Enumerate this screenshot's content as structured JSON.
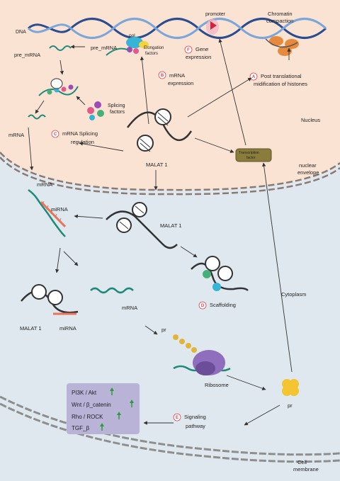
{
  "regions": {
    "dna": "DNA",
    "nucleus": "Nucleus",
    "nuclear_envelope": [
      "nuclear",
      "envelope"
    ],
    "cytoplasm": "Cytoplasm",
    "cell_membrane": [
      "Cell",
      "membrane"
    ]
  },
  "molecules": {
    "pre_mrna_top": "pre_mRNA",
    "pre_mrna_left": "pre_mRNA",
    "pol": "pol",
    "elongation": [
      "Elongation",
      "factors"
    ],
    "promoter": "promoter",
    "chromatin": [
      "Chromatin",
      "compaction"
    ],
    "splicing": [
      "Splicing",
      "factors"
    ],
    "mrna_nuc": "mRNA",
    "malat1_nuc": "MALAT 1",
    "tf": [
      "Transcription",
      "factor"
    ],
    "mrna_cyto": "mRNA",
    "mirna_cyto": "miRNA",
    "malat1_cyto": "MALAT 1",
    "mrna_mid": "mRNA",
    "malat1_bottom": "MALAT 1",
    "mirna_bottom": "miRNA",
    "pr_left": "pr",
    "pr_right": "pr",
    "ribosome": "Ribosome"
  },
  "mechanisms": [
    {
      "letter": "A",
      "lines": [
        "Post translational",
        "midification of histones"
      ]
    },
    {
      "letter": "B",
      "lines": [
        "mRNA",
        "expression"
      ]
    },
    {
      "letter": "C",
      "lines": [
        "mRNA Splicing",
        "regulation"
      ]
    },
    {
      "letter": "D",
      "lines": [
        "Scaffolding"
      ]
    },
    {
      "letter": "E",
      "lines": [
        "Signaling",
        "pathway"
      ]
    },
    {
      "letter": "F",
      "lines": [
        "Gene",
        "expression"
      ]
    }
  ],
  "pathways": [
    "PI3K / Akt",
    "Wnt / β_catenin",
    "Rho / ROCK",
    "TGF_β"
  ],
  "colors": {
    "nucleus": "#fbe3d4",
    "cytoplasm": "#dfe8ee",
    "mrna": "#1f8a7a",
    "mirna": "#e8735a",
    "pathway_box": "#b9b3d8",
    "up_arrow": "#2e9b3b"
  },
  "icons": {
    "up_arrow": "up-arrow-icon"
  }
}
